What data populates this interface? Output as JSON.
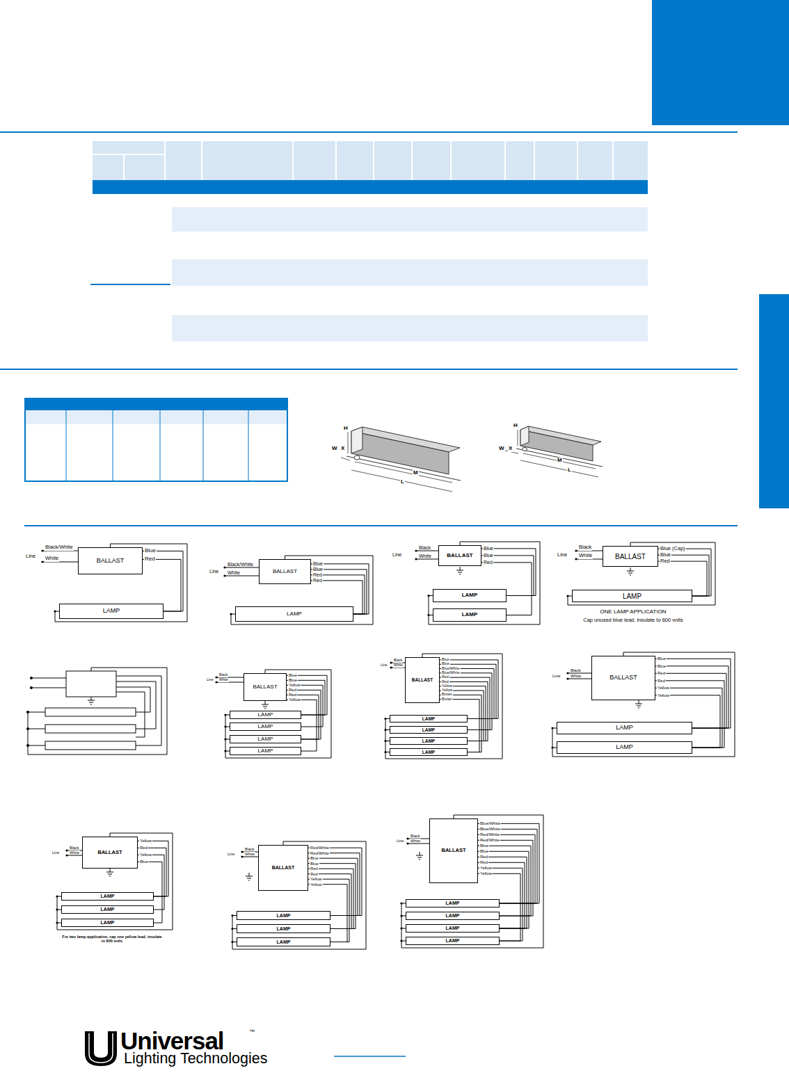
{
  "diagram": {
    "nodes": [
      {
        "text": [
          "BALLAST"
        ]
      },
      {
        "text": [
          "LAMP"
        ]
      },
      {
        "text": [
          "BALLAST"
        ]
      },
      {
        "text": [
          "LAMP"
        ]
      },
      {
        "text": [
          "BALLAST"
        ]
      },
      {
        "text": [
          "LAMP"
        ]
      },
      {
        "text": [
          "LAMP"
        ]
      },
      {
        "text": [
          "BALLAST"
        ]
      },
      {
        "text": [
          "LAMP"
        ]
      },
      {
        "text": [
          "BALLAST"
        ]
      },
      {
        "text": [
          "LAMP"
        ]
      },
      {
        "text": [
          "LAMP"
        ]
      },
      {
        "text": [
          "LAMP"
        ]
      },
      {
        "text": [
          "LAMP"
        ]
      },
      {
        "text": [
          "BALLAST"
        ]
      },
      {
        "text": [
          "LAMP"
        ]
      },
      {
        "text": [
          "LAMP"
        ]
      },
      {
        "text": [
          "LAMP"
        ]
      },
      {
        "text": [
          "LAMP"
        ]
      },
      {
        "text": [
          "BALLAST"
        ]
      },
      {
        "text": [
          "LAMP"
        ]
      },
      {
        "text": [
          "LAMP"
        ]
      },
      {
        "text": [
          "BALLAST"
        ]
      },
      {
        "text": [
          "LAMP"
        ]
      },
      {
        "text": [
          "LAMP"
        ]
      },
      {
        "text": [
          "LAMP"
        ]
      },
      {
        "text": [
          "BALLAST"
        ]
      },
      {
        "text": [
          "LAMP"
        ]
      },
      {
        "text": [
          "LAMP"
        ]
      },
      {
        "text": [
          "LAMP"
        ]
      },
      {
        "text": [
          "BALLAST"
        ]
      },
      {
        "text": [
          "LAMP"
        ]
      },
      {
        "text": [
          "LAMP"
        ]
      },
      {
        "text": [
          "LAMP"
        ]
      },
      {
        "text": [
          "LAMP"
        ]
      }
    ],
    "edges": [
      {
        "from": 0,
        "to": 1,
        "arrow": "none"
      },
      {
        "from": 2,
        "to": 3,
        "arrow": "none"
      },
      {
        "from": 4,
        "to": 5,
        "arrow": "none"
      },
      {
        "from": 4,
        "to": 6,
        "arrow": "none"
      },
      {
        "from": 7,
        "to": 8,
        "arrow": "none"
      },
      {
        "from": 9,
        "to": 10,
        "arrow": "none"
      },
      {
        "from": 9,
        "to": 11,
        "arrow": "none"
      },
      {
        "from": 9,
        "to": 12,
        "arrow": "none"
      },
      {
        "from": 9,
        "to": 13,
        "arrow": "none"
      },
      {
        "from": 14,
        "to": 15,
        "arrow": "none"
      },
      {
        "from": 14,
        "to": 16,
        "arrow": "none"
      },
      {
        "from": 14,
        "to": 17,
        "arrow": "none"
      },
      {
        "from": 14,
        "to": 18,
        "arrow": "none"
      },
      {
        "from": 19,
        "to": 20,
        "arrow": "none"
      },
      {
        "from": 19,
        "to": 21,
        "arrow": "none"
      },
      {
        "from": 22,
        "to": 23,
        "arrow": "none"
      },
      {
        "from": 22,
        "to": 24,
        "arrow": "none"
      },
      {
        "from": 22,
        "to": 25,
        "arrow": "none"
      },
      {
        "from": 26,
        "to": 27,
        "arrow": "none"
      },
      {
        "from": 26,
        "to": 28,
        "arrow": "none"
      },
      {
        "from": 26,
        "to": 29,
        "arrow": "none"
      },
      {
        "from": 30,
        "to": 31,
        "arrow": "none"
      },
      {
        "from": 30,
        "to": 32,
        "arrow": "none"
      },
      {
        "from": 30,
        "to": 33,
        "arrow": "none"
      },
      {
        "from": 30,
        "to": 34,
        "arrow": "none"
      }
    ],
    "labels": [
      "Black/White",
      "White",
      "Line",
      "Blue",
      "Red",
      "Black/White",
      "White",
      "Line",
      "Blue",
      "Blue",
      "Red",
      "Red",
      "Black",
      "White",
      "Line",
      "Blue",
      "Blue",
      "Red",
      "Black",
      "White",
      "Line",
      "Blue (Cap)",
      "Blue",
      "Red",
      "ONE LAMP APPLICATION",
      "Cap unused blue lead, insulate to 600 volts",
      "Black",
      "White",
      "Line",
      "Blue",
      "Blue",
      "Yellow",
      "Red",
      "Red",
      "Yellow",
      "Black",
      "White",
      "Line",
      "Blue",
      "Blue",
      "Blue/White",
      "Blue/White",
      "Red",
      "Red",
      "Yellow",
      "Yellow",
      "Brown",
      "Brown",
      "Black",
      "White",
      "Line",
      "Blue",
      "Blue",
      "Red",
      "Red",
      "Yellow",
      "Yellow",
      "Black",
      "White",
      "Line",
      "Yellow",
      "Red",
      "Yellow",
      "Blue",
      "For two lamp application, cap one yellow lead, insulate to 600 volts",
      "Black",
      "White",
      "Line",
      "Red/White",
      "Red/White",
      "Blue",
      "Blue",
      "Red",
      "Red",
      "Yellow",
      "Yellow",
      "Black",
      "White",
      "Line",
      "Blue/White",
      "Blue/White",
      "Red/White",
      "Red/White",
      "Blue",
      "Blue",
      "Red",
      "Red",
      "Yellow",
      "Yellow",
      "H",
      "W",
      "X",
      "M",
      "L",
      "H",
      "W",
      "X",
      "M",
      "L",
      "Universal",
      "™",
      "Lighting Technologies"
    ]
  }
}
